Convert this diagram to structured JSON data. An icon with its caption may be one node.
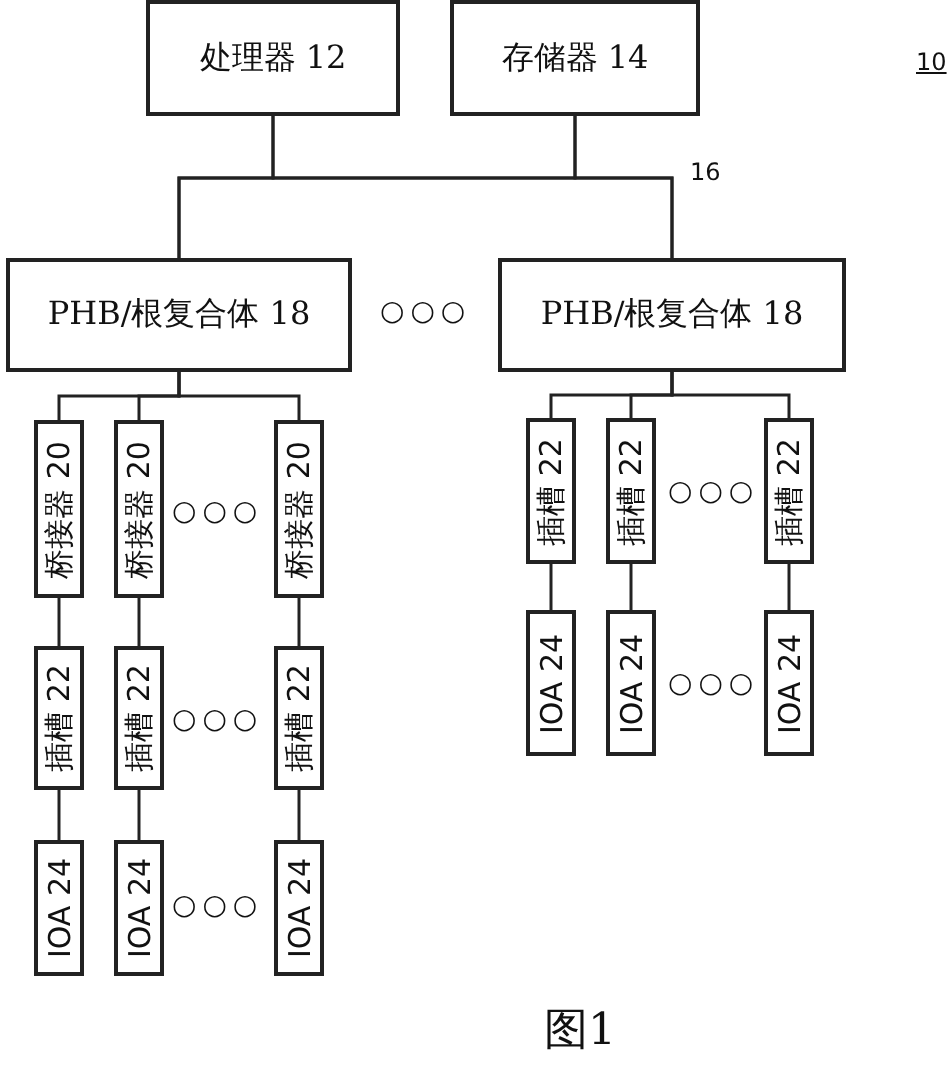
{
  "diagram": {
    "caption": "图1",
    "nodes": [
      {
        "text": [
          "处理器 12"
        ]
      },
      {
        "text": [
          "存储器 14"
        ]
      },
      {
        "text": [
          "PHB/根复合体 18"
        ]
      },
      {
        "text": [
          "PHB/根复合体 18"
        ]
      },
      {
        "text": [
          "桥接器 20"
        ]
      },
      {
        "text": [
          "桥接器 20"
        ]
      },
      {
        "text": [
          "桥接器 20"
        ]
      },
      {
        "text": [
          "插槽 22"
        ]
      },
      {
        "text": [
          "插槽 22"
        ]
      },
      {
        "text": [
          "插槽 22"
        ]
      },
      {
        "text": [
          "IOA 24"
        ]
      },
      {
        "text": [
          "IOA 24"
        ]
      },
      {
        "text": [
          "IOA 24"
        ]
      },
      {
        "text": [
          "插槽 22"
        ]
      },
      {
        "text": [
          "插槽 22"
        ]
      },
      {
        "text": [
          "插槽 22"
        ]
      },
      {
        "text": [
          "IOA 24"
        ]
      },
      {
        "text": [
          "IOA 24"
        ]
      },
      {
        "text": [
          "IOA 24"
        ]
      }
    ],
    "edges": [
      {
        "from": 0,
        "to": 2,
        "arrow": "none"
      },
      {
        "from": 0,
        "to": 3,
        "arrow": "none"
      },
      {
        "from": 1,
        "to": 2,
        "arrow": "none"
      },
      {
        "from": 1,
        "to": 3,
        "arrow": "none"
      },
      {
        "from": 2,
        "to": 4,
        "arrow": "none"
      },
      {
        "from": 2,
        "to": 5,
        "arrow": "none"
      },
      {
        "from": 2,
        "to": 6,
        "arrow": "none"
      },
      {
        "from": 4,
        "to": 7,
        "arrow": "none"
      },
      {
        "from": 5,
        "to": 8,
        "arrow": "none"
      },
      {
        "from": 6,
        "to": 9,
        "arrow": "none"
      },
      {
        "from": 7,
        "to": 10,
        "arrow": "none"
      },
      {
        "from": 8,
        "to": 11,
        "arrow": "none"
      },
      {
        "from": 9,
        "to": 12,
        "arrow": "none"
      },
      {
        "from": 3,
        "to": 13,
        "arrow": "none"
      },
      {
        "from": 3,
        "to": 14,
        "arrow": "none"
      },
      {
        "from": 3,
        "to": 15,
        "arrow": "none"
      },
      {
        "from": 13,
        "to": 16,
        "arrow": "none"
      },
      {
        "from": 14,
        "to": 17,
        "arrow": "none"
      },
      {
        "from": 15,
        "to": 18,
        "arrow": "none"
      }
    ],
    "labels": [
      "10",
      "16",
      "○○○",
      "○○○",
      "○○○",
      "○○○",
      "○○○",
      "○○○"
    ]
  }
}
